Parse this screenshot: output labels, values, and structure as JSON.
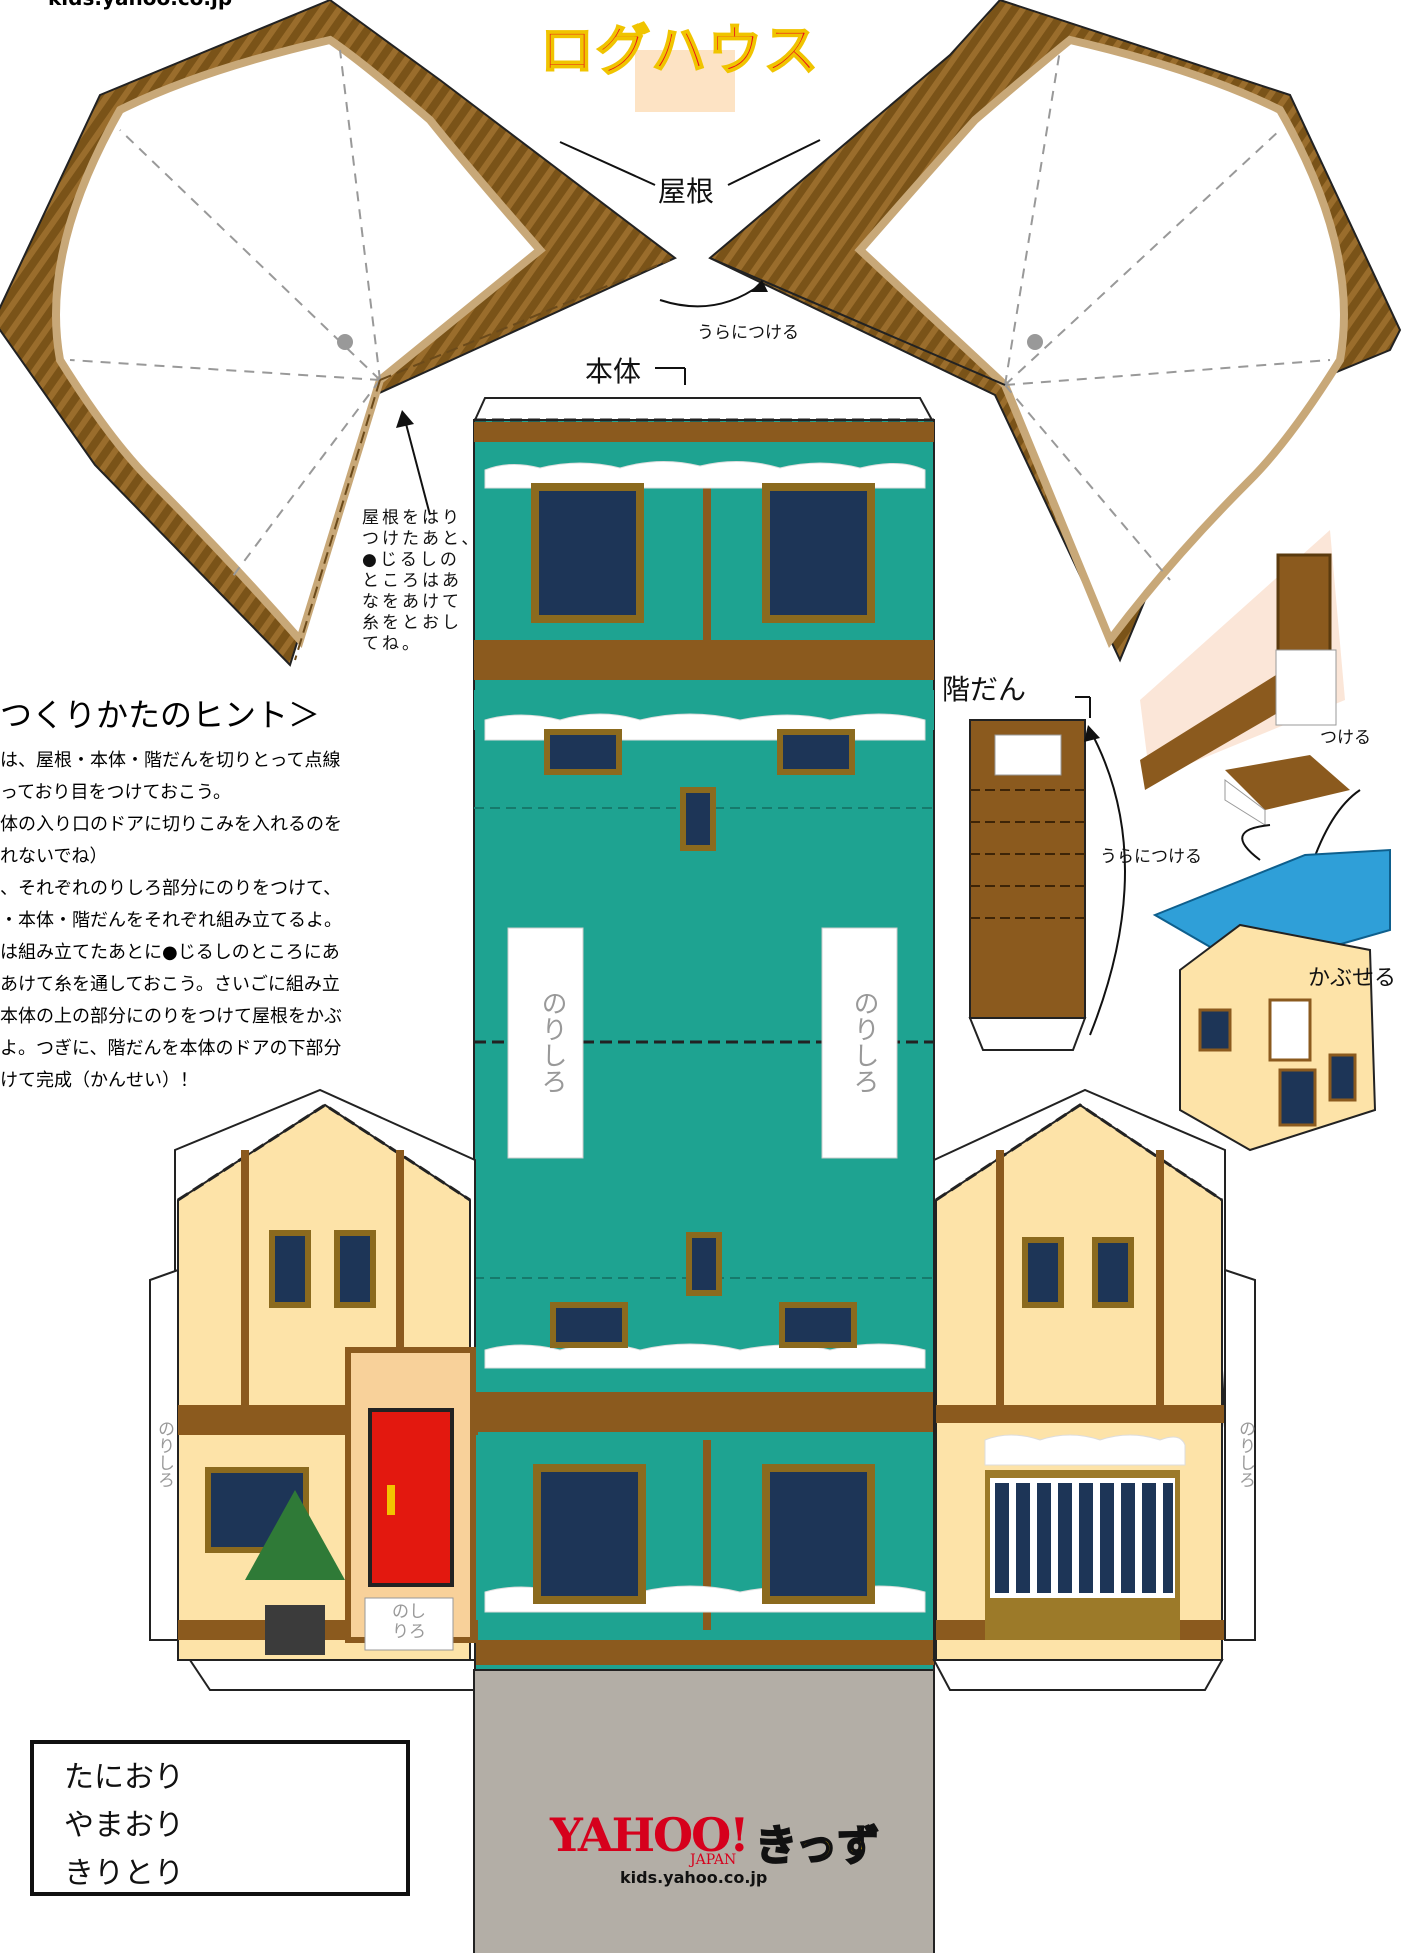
{
  "header": {
    "site_url": "kids.yahoo.co.jp",
    "title": "ログハウス"
  },
  "labels": {
    "roof": "屋根",
    "attach_back_1": "うらにつける",
    "body": "本体",
    "stairs": "階だん",
    "attach_back_2": "うらにつける",
    "attach": "つける",
    "cover": "かぶせる",
    "roof_note": [
      "屋根をはり",
      "つけたあと、",
      "●じるしの",
      "ところはあ",
      "なをあけて",
      "糸をとおし",
      "てね。"
    ],
    "glue_margin": "のりしろ",
    "glue_margin_split": [
      "のし",
      "りろ"
    ]
  },
  "hints": {
    "title": "つくりかたのヒント＞",
    "lines": [
      "は、屋根・本体・階だんを切りとって点線",
      "っており目をつけておこう。",
      "体の入り口のドアに切りこみを入れるのを",
      "れないでね）",
      "、それぞれのりしろ部分にのりをつけて、",
      "・本体・階だんをそれぞれ組み立てるよ。",
      "は組み立てたあとに●じるしのところにあ",
      "あけて糸を通しておこう。さいごに組み立",
      "本体の上の部分にのりをつけて屋根をかぶ",
      "よ。つぎに、階だんを本体のドアの下部分",
      "けて完成（かんせい）！"
    ]
  },
  "legend": {
    "valley_fold": "たにおり",
    "mountain_fold": "やまおり",
    "cut": "きりとり"
  },
  "logo": {
    "brand": "YAHOO!",
    "japan": "JAPAN",
    "kids": "きっず",
    "url": "kids.yahoo.co.jp"
  },
  "colors": {
    "teal": "#1ea391",
    "wood": "#8b5a1e",
    "cream": "#fde3a8",
    "roof_blue": "#2f9fd8",
    "door_red": "#e3180f",
    "window_navy": "#1d3557",
    "ground_grey": "#b3aea6"
  }
}
